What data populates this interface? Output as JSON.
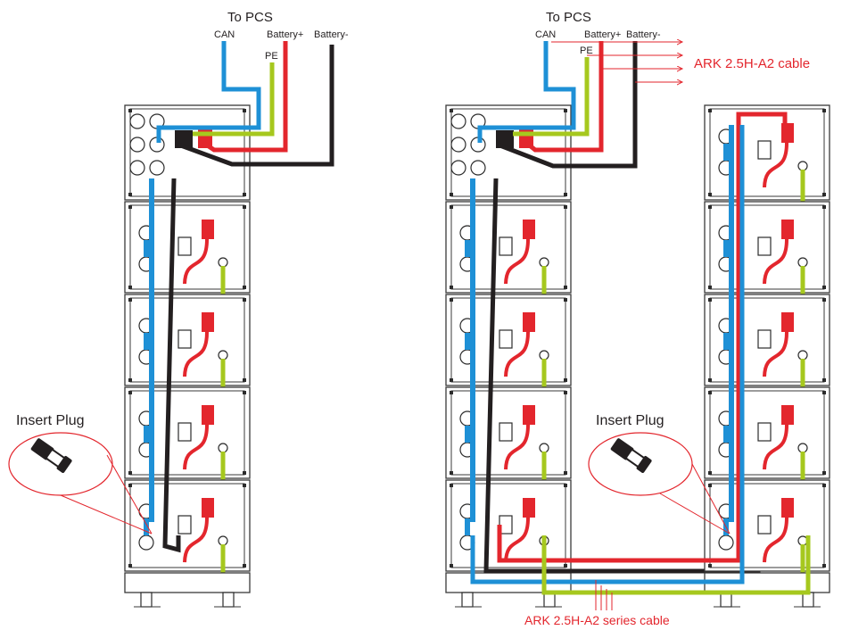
{
  "colors": {
    "can": "#1e90d6",
    "pe": "#a6c81e",
    "positive": "#e3262d",
    "negative": "#231f20",
    "callout": "#e3262d",
    "outline": "#3a3a3a"
  },
  "left_diagram": {
    "to_pcs": "To PCS",
    "labels": {
      "can": "CAN",
      "pe": "PE",
      "battery_pos": "Battery+",
      "battery_neg": "Battery-"
    },
    "insert_plug": "Insert Plug"
  },
  "right_diagram": {
    "to_pcs": "To PCS",
    "labels": {
      "can": "CAN",
      "pe": "PE",
      "battery_pos": "Battery+",
      "battery_neg": "Battery-"
    },
    "cable_label": "ARK 2.5H-A2 cable",
    "insert_plug": "Insert Plug",
    "series_cable_label": "ARK 2.5H-A2 series cable"
  },
  "icons": [
    "plug-icon",
    "arrow-right-icon",
    "battery-module-icon",
    "ground-terminal-icon"
  ]
}
